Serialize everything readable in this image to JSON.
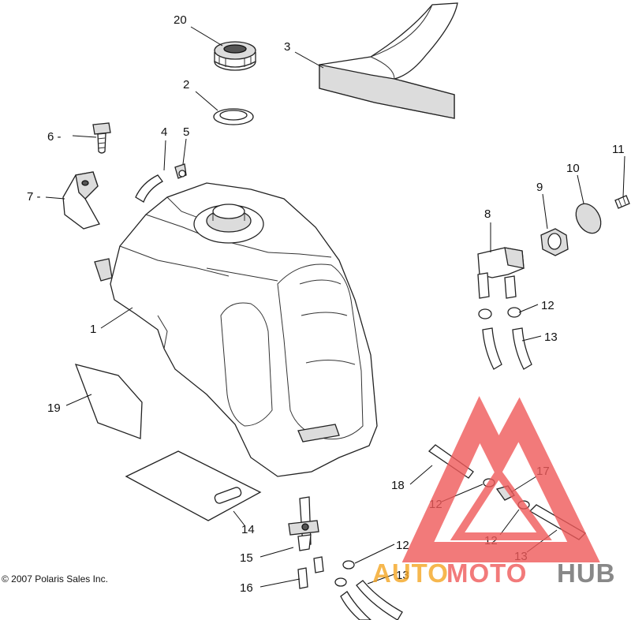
{
  "callouts": {
    "c1": "1",
    "c2": "2",
    "c3": "3",
    "c4": "4",
    "c5": "5",
    "c6": "6 -",
    "c7": "7 -",
    "c8": "8",
    "c9": "9",
    "c10": "10",
    "c11": "11",
    "c12a": "12",
    "c12b": "12",
    "c12c": "12",
    "c12d": "12",
    "c13a": "13",
    "c13b": "13",
    "c13c": "13",
    "c14": "14",
    "c15": "15",
    "c16": "16",
    "c17": "17",
    "c18": "18",
    "c19": "19",
    "c20": "20"
  },
  "copyright": "© 2007 Polaris Sales Inc.",
  "watermark": {
    "word_left": "AUTO",
    "word_mid": "MOTO",
    "word_right": "HUB",
    "color_triangle": "#f05a5a",
    "color_auto": "#f5a623",
    "color_moto": "#f05a5a",
    "color_hub": "#6b6b6b"
  }
}
